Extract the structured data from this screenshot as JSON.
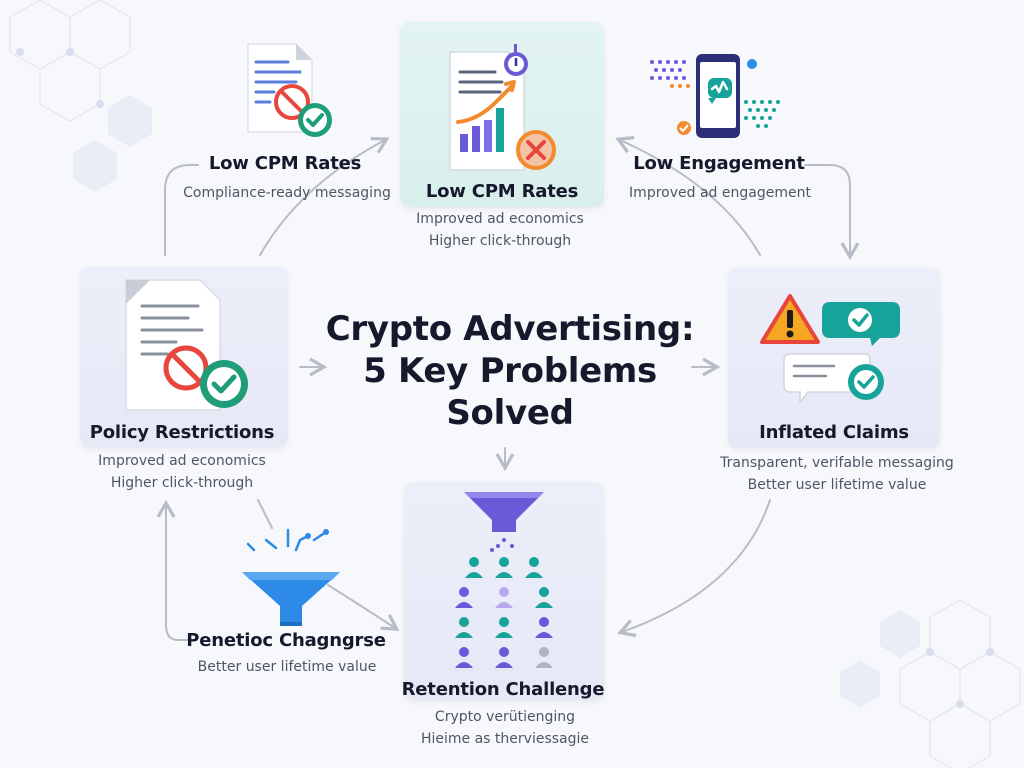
{
  "title": [
    "Crypto Advertising:",
    "5 Key Problems",
    "Solved"
  ],
  "nodes": {
    "top_left": {
      "label": "Low CPM Rates",
      "desc": [
        "Compliance-ready messaging"
      ]
    },
    "top_center": {
      "label": "Low CPM Rates",
      "desc": [
        "Improved ad economics",
        "Higher click-through"
      ]
    },
    "top_right": {
      "label": "Low Engagement",
      "desc": [
        "Improved ad engagement"
      ]
    },
    "left": {
      "label": "Policy Restrictions",
      "desc": [
        "Improved ad economics",
        "Higher click-through"
      ]
    },
    "right": {
      "label": "Inflated Claims",
      "desc": [
        "Transparent, verifable messaging",
        "Better user lifetime value"
      ]
    },
    "bottom_left": {
      "label": "Penetioc Chagngrse",
      "desc": [
        "Better user lifetime value"
      ]
    },
    "bottom_center": {
      "label": "Retention Challenge",
      "desc": [
        "Crypto verütienging",
        "Hieime as therviessagie"
      ]
    }
  },
  "colors": {
    "red": "#e8463c",
    "green": "#1f9d78",
    "teal": "#17a39a",
    "purple": "#6a5ad8",
    "blue": "#2d8ae6",
    "orange": "#f28a2e",
    "arrow": "#b9bcc6"
  }
}
